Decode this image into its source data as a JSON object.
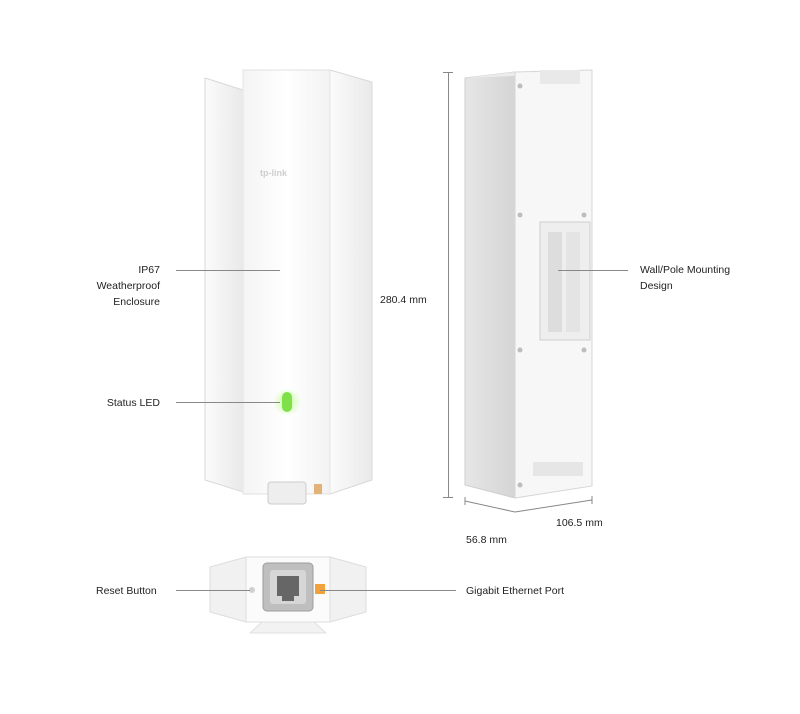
{
  "brand": {
    "logo_text": "tp-link"
  },
  "callouts": {
    "enclosure": [
      "IP67",
      "Weatherproof",
      "Enclosure"
    ],
    "status_led": "Status LED",
    "mounting": [
      "Wall/Pole Mounting",
      "Design"
    ],
    "reset_button": "Reset Button",
    "ethernet_port": "Gigabit Ethernet Port"
  },
  "dimensions": {
    "height": "280.4 mm",
    "width": "106.5 mm",
    "depth": "56.8 mm"
  },
  "colors": {
    "led": "#7fe04a",
    "accent": "#f2a23a"
  }
}
